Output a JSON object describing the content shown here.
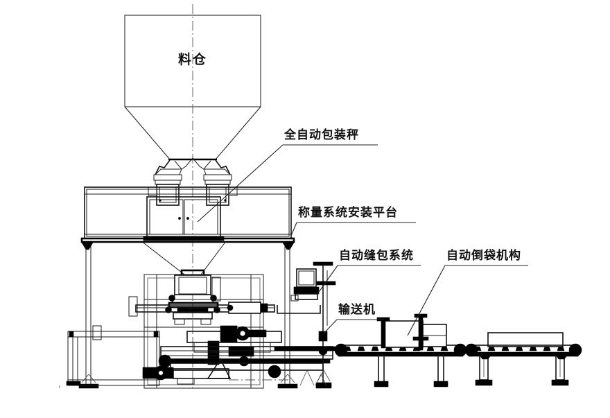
{
  "drawing": {
    "type": "engineering-line-drawing",
    "title_text": "",
    "background_color": "#ffffff",
    "line_color": "#1a1a1a",
    "accent_color": "#000000"
  },
  "labels": {
    "silo": "料仓",
    "packing_scale": "全自动包装秤",
    "weighing_platform": "称量系统安装平台",
    "sewing_system": "自动缝包系统",
    "bag_tipper": "自动倒袋机构",
    "conveyor": "输送机"
  },
  "components": [
    {
      "name": "silo",
      "label": "料仓",
      "description": "material storage silo with conical discharge"
    },
    {
      "name": "packing-scale",
      "label": "全自动包装秤",
      "description": "fully automatic packing scale, twin weigh hoppers"
    },
    {
      "name": "weighing-platform",
      "label": "称量系统安装平台",
      "description": "weighing system mounting platform"
    },
    {
      "name": "sewing-system",
      "label": "自动缝包系统",
      "description": "automatic bag sewing system"
    },
    {
      "name": "bag-tipper",
      "label": "自动倒袋机构",
      "description": "automatic bag tipping mechanism"
    },
    {
      "name": "conveyor",
      "label": "输送机",
      "description": "belt / roller conveyor"
    }
  ]
}
